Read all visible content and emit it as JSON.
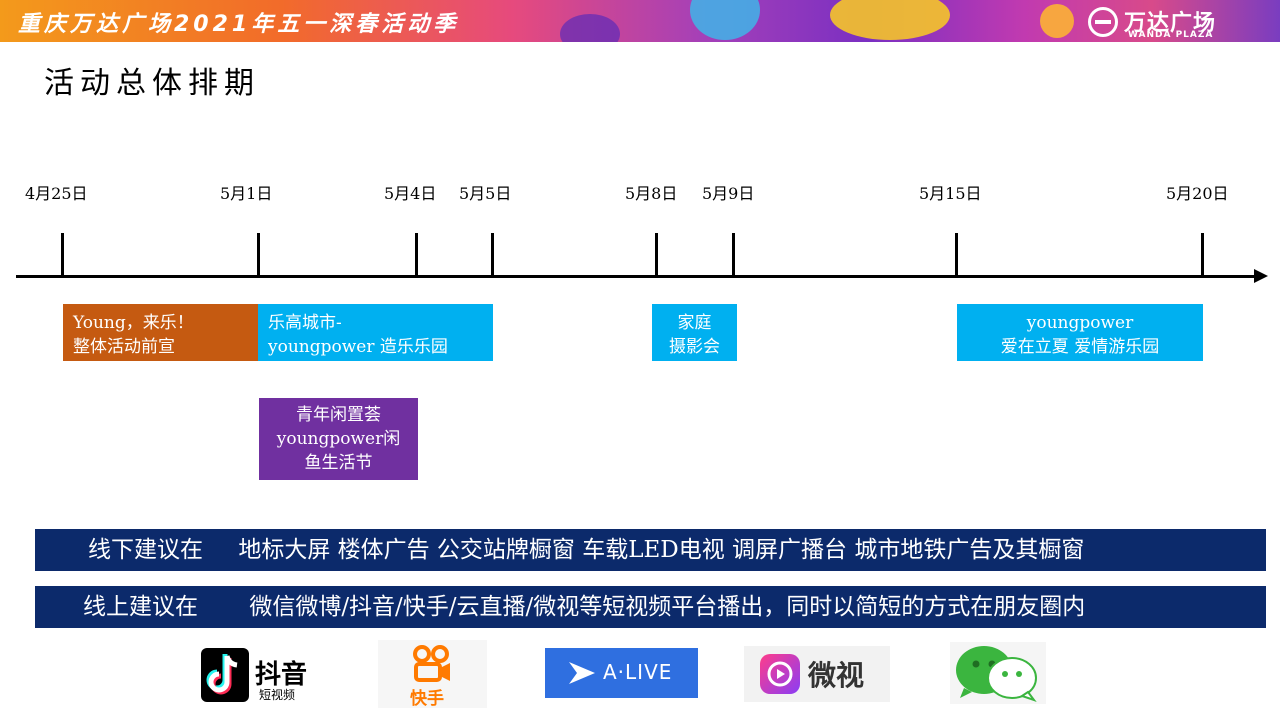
{
  "header": {
    "banner_title": "重庆万达广场2021年五一深春活动季",
    "logo_cn": "万达广场",
    "logo_en": "WANDA PLAZA"
  },
  "page_title": "活动总体排期",
  "timeline": {
    "dates": [
      "4月25日",
      "5月1日",
      "5月4日",
      "5月5日",
      "5月8日",
      "5月9日",
      "5月15日",
      "5月20日"
    ]
  },
  "events": [
    {
      "line1": "Young，来乐！",
      "line2": "整体活动前宣",
      "color": "#c55a11"
    },
    {
      "line1": "乐高城市-",
      "line2": "youngpower 造乐乐园",
      "color": "#00b0f0"
    },
    {
      "line1": "家庭",
      "line2": "摄影会",
      "color": "#00b0f0"
    },
    {
      "line1": "youngpower",
      "line2": "爱在立夏  爱情游乐园",
      "color": "#00b0f0"
    },
    {
      "line1": "青年闲置荟",
      "line2": "youngpower闲",
      "line3": "鱼生活节",
      "color": "#7030a0"
    }
  ],
  "offline": {
    "label": "线下建议在",
    "text": "地标大屏 楼体广告 公交站牌橱窗 车载LED电视 调屏广播台 城市地铁广告及其橱窗"
  },
  "online": {
    "label": "线上建议在",
    "text": "微信微博/抖音/快手/云直播/微视等短视频平台播出，同时以简短的方式在朋友圈内"
  },
  "apps": {
    "douyin": {
      "name": "抖音",
      "sub": "短视频"
    },
    "kuaishou": {
      "name": "快手"
    },
    "alive": {
      "name": "A·LIVE"
    },
    "weishi": {
      "name": "微视"
    },
    "wechat": {}
  }
}
